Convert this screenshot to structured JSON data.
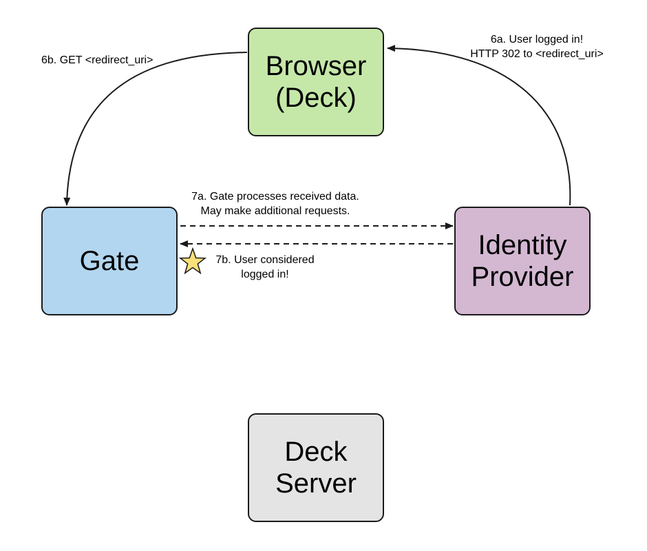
{
  "nodes": {
    "browser": {
      "label": "Browser\n(Deck)",
      "fill": "#c5e8a9"
    },
    "gate": {
      "label": "Gate",
      "fill": "#b3d6f0"
    },
    "identity_provider": {
      "label": "Identity\nProvider",
      "fill": "#d4b8d2"
    },
    "deck_server": {
      "label": "Deck\nServer",
      "fill": "#e4e4e4"
    }
  },
  "edges": {
    "step_6a": {
      "label": "6a. User logged in!\nHTTP 302 to <redirect_uri>",
      "from": "identity_provider",
      "to": "browser",
      "style": "solid"
    },
    "step_6b": {
      "label": "6b. GET <redirect_uri>",
      "from": "browser",
      "to": "gate",
      "style": "solid"
    },
    "step_7a": {
      "label": "7a. Gate processes received data.\nMay make additional requests.",
      "from": "gate",
      "to": "identity_provider",
      "style": "dashed"
    },
    "step_7b": {
      "label": "7b. User considered\nlogged in!",
      "from": "identity_provider",
      "to": "gate",
      "style": "dashed"
    }
  },
  "colors": {
    "stroke": "#1a1a1a",
    "star_fill": "#f9e07a",
    "star_stroke": "#1a1a1a"
  }
}
